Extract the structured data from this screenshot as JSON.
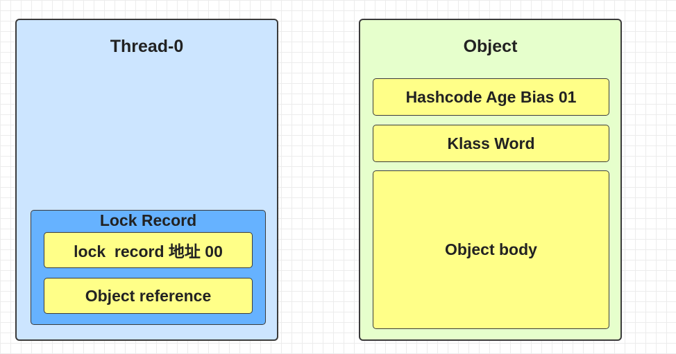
{
  "thread": {
    "title": "Thread-0",
    "lock_record": {
      "title": "Lock Record",
      "address_cell": "lock  record 地址 00",
      "reference_cell": "Object reference"
    }
  },
  "object": {
    "title": "Object",
    "mark_word": "Hashcode Age Bias 01",
    "klass_word": "Klass Word",
    "body": "Object body"
  },
  "colors": {
    "thread_bg": "#cce5ff",
    "lock_record_bg": "#66b2ff",
    "object_bg": "#e6ffcc",
    "cell_bg": "#ffff88"
  }
}
